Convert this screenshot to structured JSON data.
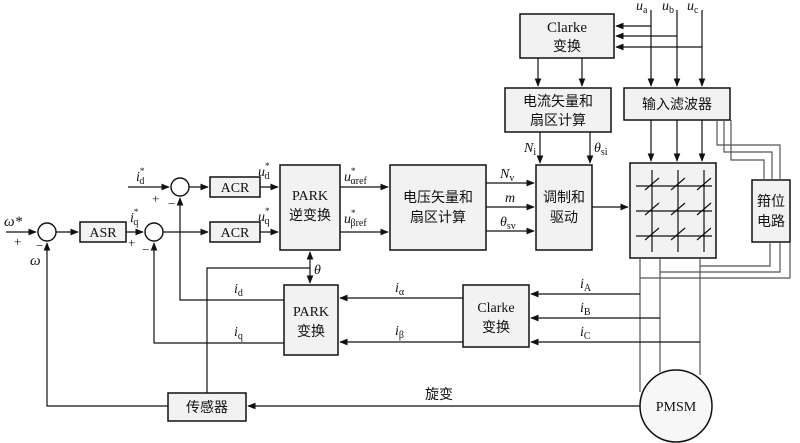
{
  "blocks": {
    "clarke_top": [
      "Clarke",
      "变换"
    ],
    "current_vector": [
      "电流矢量和",
      "扇区计算"
    ],
    "input_filter": "输入滤波器",
    "clamp": [
      "箝位",
      "电路"
    ],
    "asr": "ASR",
    "acr_d": "ACR",
    "acr_q": "ACR",
    "park_inv": [
      "PARK",
      "逆变换"
    ],
    "voltage_vector": [
      "电压矢量和",
      "扇区计算"
    ],
    "modulation": [
      "调制和",
      "驱动"
    ],
    "park": [
      "PARK",
      "变换"
    ],
    "clarke_bottom": [
      "Clarke",
      "变换"
    ],
    "sensor": "传感器",
    "motor": "PMSM"
  },
  "signals": {
    "ua": "u",
    "ua_sub": "a",
    "ub": "u",
    "ub_sub": "b",
    "uc": "u",
    "uc_sub": "c",
    "omega_ref": "ω*",
    "omega": "ω",
    "id_ref": "i",
    "id_ref_sub": "d",
    "id_ref_sup": "*",
    "iq_ref": "i",
    "iq_ref_sub": "q",
    "iq_ref_sup": "*",
    "ud_ref": "u",
    "ud_ref_sub": "d",
    "ud_ref_sup": "*",
    "uq_ref": "u",
    "uq_ref_sub": "q",
    "uq_ref_sup": "*",
    "ualpha_ref": "u",
    "ualpha_ref_sub": "αref",
    "ualpha_ref_sup": "*",
    "ubeta_ref": "u",
    "ubeta_ref_sub": "βref",
    "ubeta_ref_sup": "*",
    "nv": "N",
    "nv_sub": "v",
    "m": "m",
    "theta_sv": "θ",
    "theta_sv_sub": "sv",
    "ni": "N",
    "ni_sub": "i",
    "theta_si": "θ",
    "theta_si_sub": "si",
    "theta": "θ",
    "id": "i",
    "id_sub": "d",
    "iq": "i",
    "iq_sub": "q",
    "ialpha": "i",
    "ialpha_sub": "α",
    "ibeta": "i",
    "ibeta_sub": "β",
    "ia": "i",
    "ia_sub": "A",
    "ib": "i",
    "ib_sub": "B",
    "ic": "i",
    "ic_sub": "C",
    "resolver": "旋变"
  },
  "signs": {
    "plus": "+",
    "minus": "−"
  }
}
